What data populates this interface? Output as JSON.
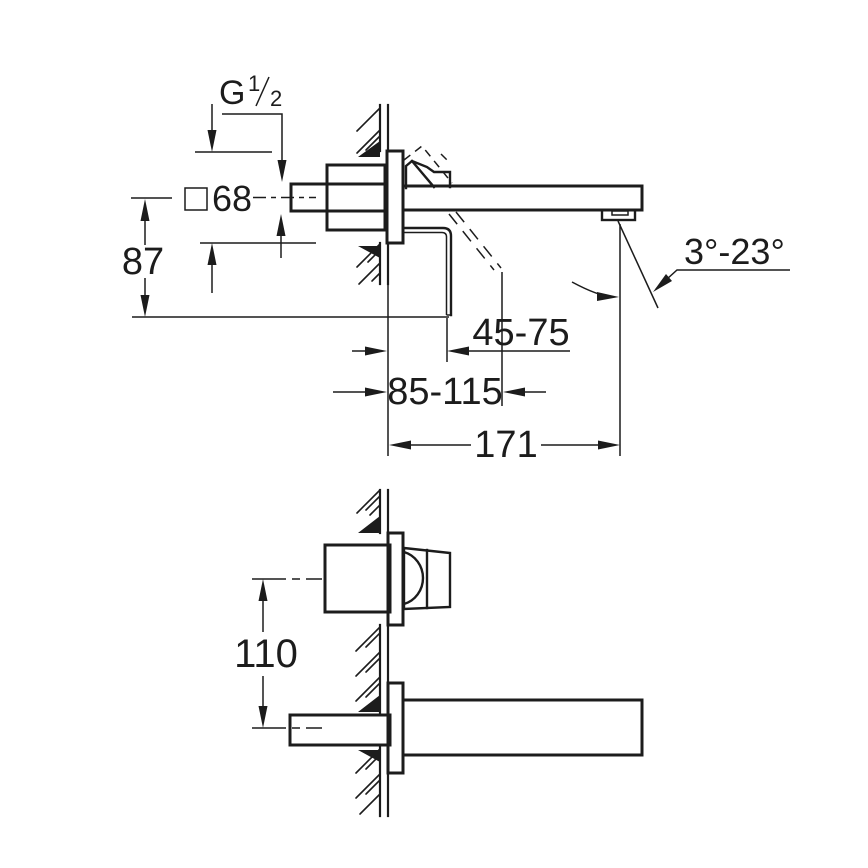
{
  "canvas": {
    "background": "#ffffff",
    "ink": "#1c1c1c"
  },
  "side_view": {
    "name": "side elevation of wall-mounted basin mixer",
    "thread_label": {
      "prefix": "G",
      "numerator": "1",
      "denominator": "2"
    },
    "plate_label": {
      "symbol": "square-outline",
      "value": "68"
    },
    "dim_height": "87",
    "dim_spout_depth_range": "45-75",
    "dim_mount_depth_range": "85-115",
    "dim_reach": "171",
    "angle_range": "3°-23°"
  },
  "front_view": {
    "name": "front elevation of wall-mounted basin mixer",
    "dim_spacing": "110"
  }
}
